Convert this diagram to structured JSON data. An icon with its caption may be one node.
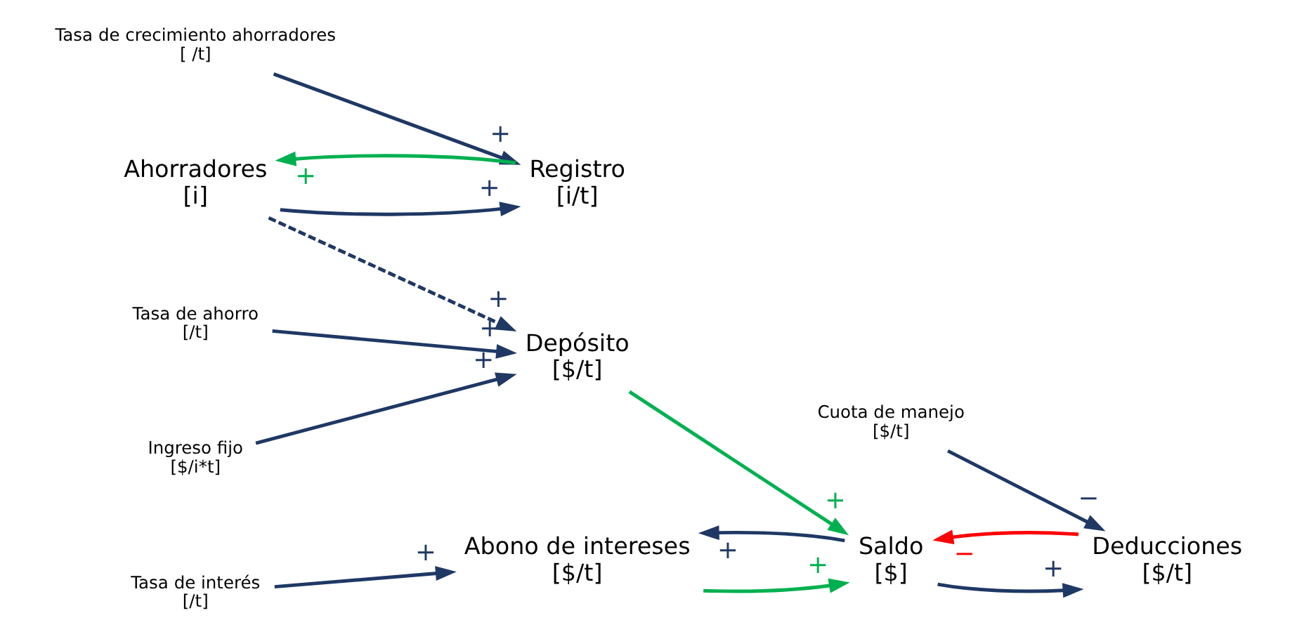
{
  "diagram": {
    "nodes": [
      {
        "text": [
          "Abono de intereses",
          "[$/t]"
        ]
      },
      {
        "text": [
          "Tasa de interés",
          "[/t]"
        ]
      },
      {
        "text": [
          "Saldo",
          "[$]"
        ]
      },
      {
        "text": [
          "Cuota de manejo",
          "[$/t]"
        ]
      },
      {
        "text": [
          "Deducciones",
          "[$/t]"
        ]
      },
      {
        "text": [
          "Tasa de crecimiento ahorradores",
          "[ /t]"
        ]
      },
      {
        "text": [
          "Registro",
          "[i/t]"
        ]
      },
      {
        "text": [
          "Depósito",
          "[$/t]"
        ]
      },
      {
        "text": [
          "Ahorradores",
          "[i]"
        ]
      },
      {
        "text": [
          "Tasa de ahorro",
          "[/t]"
        ]
      },
      {
        "text": [
          "Ingreso fijo",
          "[$/i*t]"
        ]
      }
    ],
    "edges": [
      {
        "from": 1,
        "to": 0,
        "arrow": "to",
        "label": "+"
      },
      {
        "from": 2,
        "to": 0,
        "arrow": "to",
        "label": "+"
      },
      {
        "from": 0,
        "to": 2,
        "arrow": "to",
        "label": "+",
        "color": "#00b050"
      },
      {
        "from": 2,
        "to": 4,
        "arrow": "to",
        "label": "+"
      },
      {
        "from": 4,
        "to": 2,
        "arrow": "to",
        "label": "−",
        "color": "#ff0000"
      },
      {
        "from": 3,
        "to": 4,
        "arrow": "to",
        "label": "−"
      },
      {
        "from": 7,
        "to": 2,
        "arrow": "to",
        "label": "+",
        "color": "#00b050"
      },
      {
        "from": 5,
        "to": 6,
        "arrow": "to",
        "label": "+"
      },
      {
        "from": 8,
        "to": 6,
        "arrow": "to",
        "label": "+"
      },
      {
        "from": 6,
        "to": 8,
        "arrow": "to",
        "label": "+",
        "color": "#00b050"
      },
      {
        "from": 8,
        "to": 7,
        "arrow": "to",
        "label": "+",
        "style": "dashed"
      },
      {
        "from": 9,
        "to": 7,
        "arrow": "to",
        "label": "+"
      },
      {
        "from": 10,
        "to": 7,
        "arrow": "to",
        "label": "+"
      }
    ]
  }
}
